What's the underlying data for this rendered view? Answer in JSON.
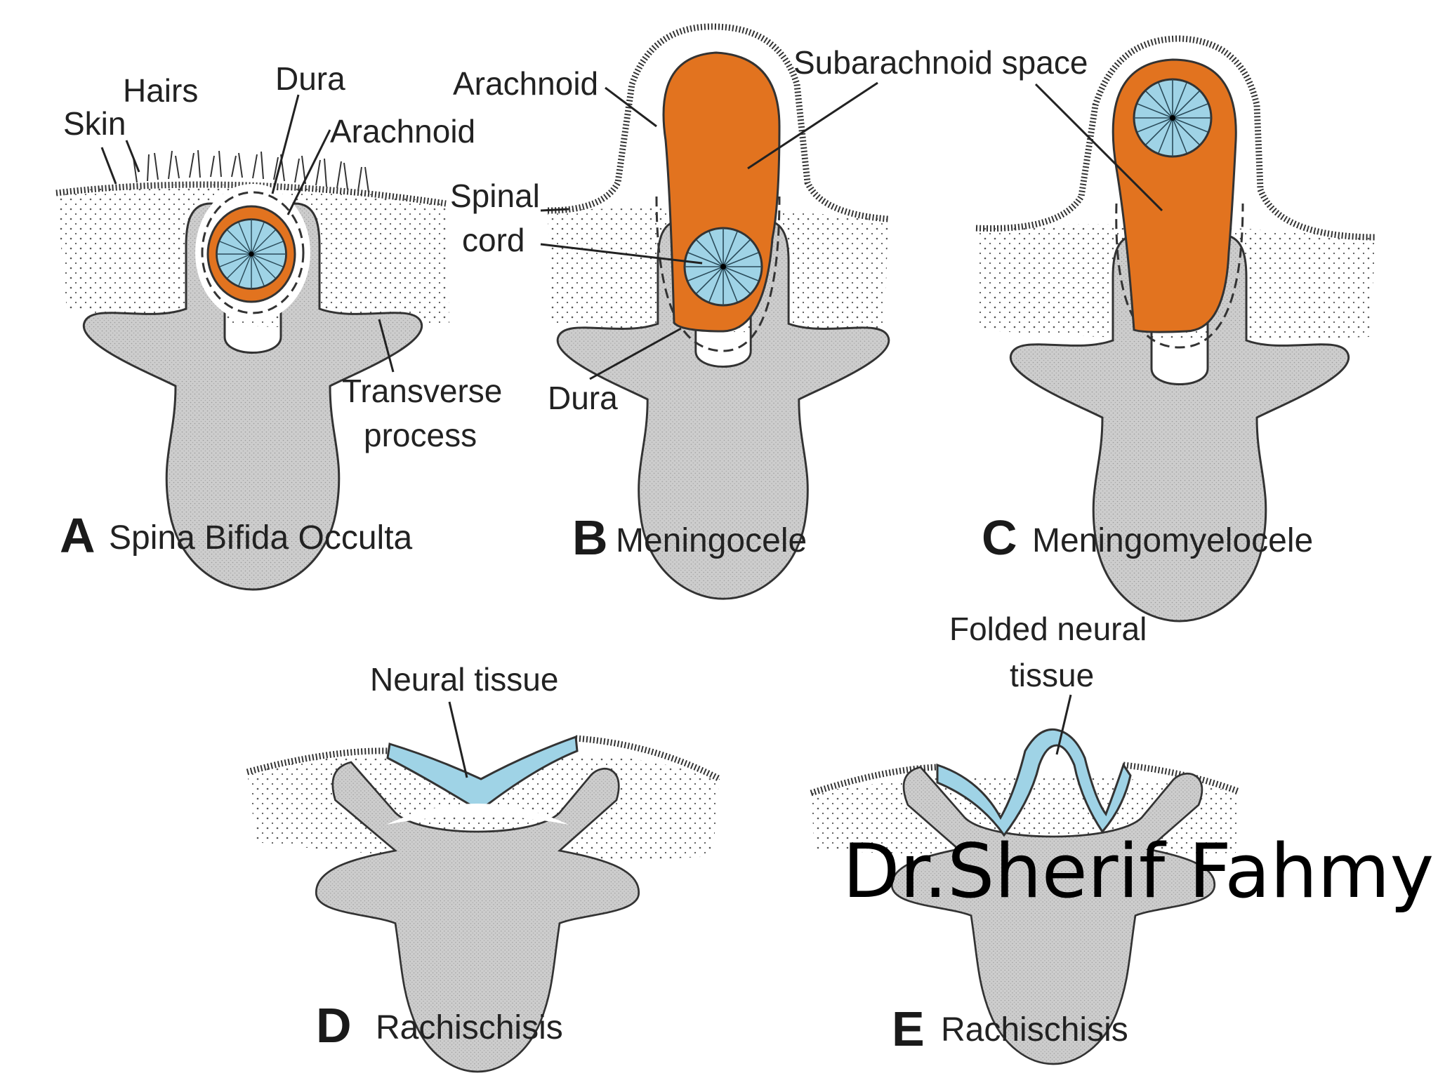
{
  "colors": {
    "background": "#ffffff",
    "bone": "#c9c9c9",
    "bone_outline": "#333333",
    "csf": "#e2731f",
    "spinal_cord": "#9fd3e6",
    "skin_line": "#333333",
    "text": "#222222"
  },
  "panels": {
    "a": {
      "letter": "A",
      "title": "Spina Bifida Occulta",
      "labels": {
        "hairs": "Hairs",
        "dura": "Dura",
        "skin": "Skin",
        "arachnoid": "Arachnoid",
        "transverse_process_line1": "Transverse",
        "transverse_process_line2": "process"
      }
    },
    "b": {
      "letter": "B",
      "title": "Meningocele",
      "labels": {
        "arachnoid": "Arachnoid",
        "spinal_line1": "Spinal",
        "spinal_line2": "cord",
        "dura": "Dura"
      }
    },
    "c": {
      "letter": "C",
      "title": "Meningomyelocele",
      "labels": {
        "subarachnoid_space": "Subarachnoid space"
      }
    },
    "d": {
      "letter": "D",
      "title": "Rachischisis",
      "labels": {
        "neural_tissue": "Neural tissue"
      }
    },
    "e": {
      "letter": "E",
      "title": "Rachischisis",
      "labels": {
        "folded_line1": "Folded neural",
        "folded_line2": "tissue"
      }
    }
  },
  "watermark": "Dr.Sherif Fahmy"
}
